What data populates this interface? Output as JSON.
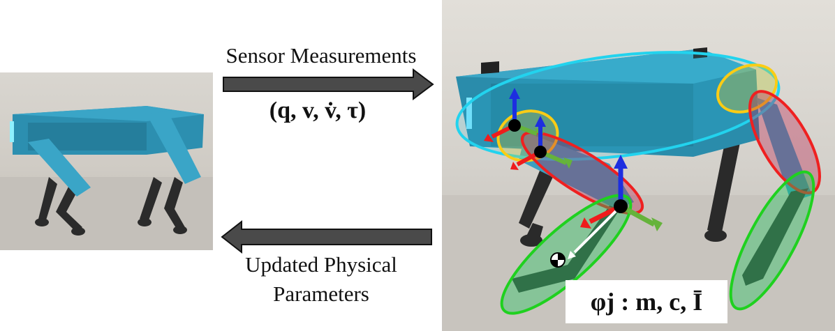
{
  "top_arrow": {
    "label": "Sensor Measurements",
    "formula": "(q, v, v̇, τ)"
  },
  "bottom_arrow": {
    "label_line1": "Updated Physical",
    "label_line2": "Parameters"
  },
  "parameters_box": {
    "formula": "φj : m, c, Ī"
  },
  "colors": {
    "body_ellipse": "#22d3ee",
    "hip_ellipse": "#facc15",
    "upper_leg_ellipse": "#ef4444",
    "lower_leg_ellipse": "#22c55e",
    "axis_x": "#ef4444",
    "axis_y": "#65a30d",
    "axis_z": "#1d4ed8",
    "arrow_fill": "#4a4a4a"
  }
}
